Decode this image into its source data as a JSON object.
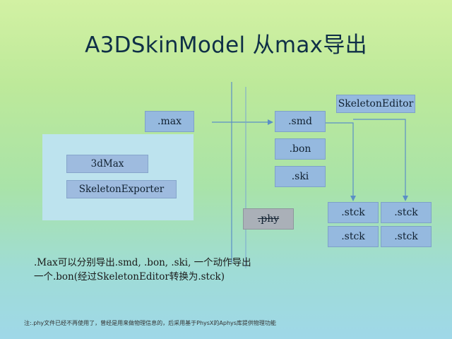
{
  "title": "A3DSkinModel 从max导出",
  "nodes": {
    "max": ".max",
    "smd": ".smd",
    "bon": ".bon",
    "ski": ".ski",
    "phy": ".phy",
    "skeleton_editor": "SkeletonEditor",
    "stck_1": ".stck",
    "stck_2": ".stck",
    "stck_3": ".stck",
    "stck_4": ".stck"
  },
  "panel": {
    "tool_1": "3dMax",
    "tool_2": "SkeletonExporter"
  },
  "caption": {
    "line_1": ".Max可以分别导出.smd, .bon, .ski, 一个动作导出",
    "line_2": "一个.bon(经过SkeletonEditor转换为.stck)"
  },
  "note": "注:.phy文件已经不再使用了，曾经是用来做物理信息的，后采用基于PhysX的Aphys库提供物理功能",
  "colors": {
    "box_blue": "#95b9df",
    "box_gray": "#aab0b8",
    "panel": "#bde3ee",
    "connector": "#5b8fc6"
  }
}
